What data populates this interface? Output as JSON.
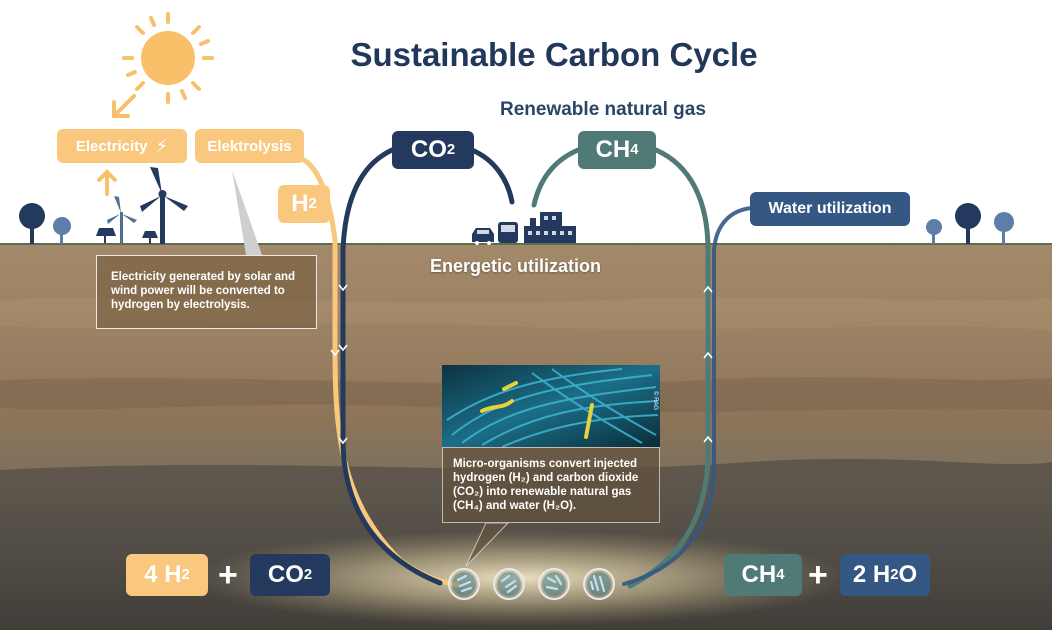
{
  "title": "Sustainable Carbon Cycle",
  "subtitle": "Renewable natural gas",
  "energetic_label": "Energetic utilization",
  "labels": {
    "electricity": "Electricity",
    "elektrolysis": "Elektrolysis",
    "h2_top": "H",
    "co2_top": "CO",
    "ch4_top": "CH",
    "water_utilization": "Water utilization",
    "eq_left_h2": "4 H",
    "eq_left_co2": "CO",
    "eq_right_ch4": "CH",
    "eq_right_h2o_pre": "2 H",
    "eq_right_h2o_post": "O"
  },
  "subscripts": {
    "two": "2",
    "four": "4"
  },
  "notes": {
    "electrolysis_note": "Electricity generated by solar and wind power will be converted to hydrogen by electrolysis.",
    "micro_note": "Micro-organisms convert injected hydrogen (H₂) and carbon dioxide (CO₂) into renewable natural gas (CH₄) and water (H₂O)."
  },
  "image_credit": "© RAG",
  "colors": {
    "hydrogen": "#f9c87e",
    "carbon_dioxide": "#233a5e",
    "methane": "#4f7a75",
    "water": "#345883",
    "title": "#22385a",
    "sun": "#f9c06a"
  },
  "icons": [
    "sun-icon",
    "lightning-icon",
    "wind-turbine-icon",
    "solar-panel-icon",
    "tree-icon",
    "car-icon",
    "bus-icon",
    "factory-icon",
    "microorganism-icon"
  ]
}
